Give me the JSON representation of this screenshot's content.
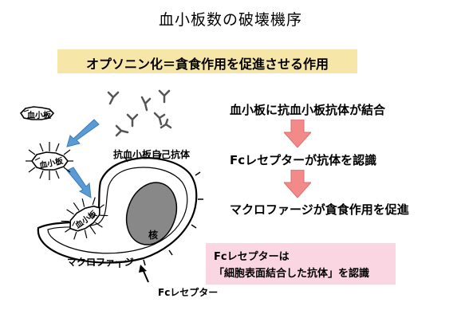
{
  "title": "血小板数の破壊機序",
  "subtitle": "オプソニン化＝貪食作用を促進させる作用",
  "steps": [
    "血小板に抗血小板抗体が結合",
    "Fcレセプターが抗体を認識",
    "マクロファージが貪食作用を促進"
  ],
  "note": {
    "line1": "Fcレセプターは",
    "line2": "「細胞表面結合した抗体」を認識"
  },
  "diagram": {
    "platelet_label": "血小板",
    "antibody_label": "抗血小板自己抗体",
    "nucleus_label": "核",
    "macrophage_label": "マクロファージ",
    "fc_receptor_label": "Fcレセプター"
  },
  "colors": {
    "subtitle_bg": "#f6e7a8",
    "note_bg": "#f9d6e1",
    "step_arrow": "#f28a8a",
    "diagram_arrow": "#5b9bd5",
    "nucleus": "#888888"
  }
}
